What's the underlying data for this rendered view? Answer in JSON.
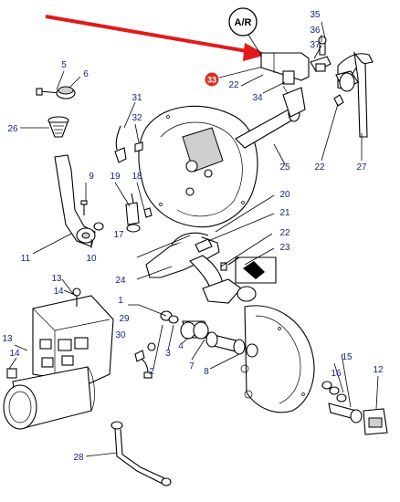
{
  "diagram": {
    "ar_badge": "A/R",
    "highlight_label": "33",
    "labels": {
      "l1": "1",
      "l2": "2",
      "l3": "3",
      "l4": "4",
      "l5": "5",
      "l6": "6",
      "l7": "7",
      "l8": "8",
      "l9": "9",
      "l10": "10",
      "l11": "11",
      "l12": "12",
      "l13a": "13",
      "l13b": "13",
      "l14a": "14",
      "l14b": "14",
      "l15": "15",
      "l16": "16",
      "l17": "17",
      "l18": "18",
      "l19": "19",
      "l20": "20",
      "l21": "21",
      "l22a": "22",
      "l22b": "22",
      "l22c": "22",
      "l23": "23",
      "l24": "24",
      "l25": "25",
      "l26": "26",
      "l27": "27",
      "l28": "28",
      "l29": "29",
      "l30": "30",
      "l31": "31",
      "l32": "32",
      "l34": "34",
      "l35": "35",
      "l36": "36",
      "l37": "37"
    },
    "colors": {
      "label": "#1a237e",
      "pointer_arrow": "#e21a1a",
      "highlight_badge": "#d93025"
    }
  }
}
